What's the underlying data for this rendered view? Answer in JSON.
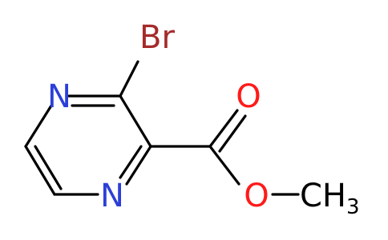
{
  "molecule": {
    "atoms": {
      "br": {
        "text": "Br",
        "color": "#a52a2a"
      },
      "n_top": {
        "text": "N",
        "color": "#2b3fd8"
      },
      "n_bottom": {
        "text": "N",
        "color": "#2b3fd8"
      },
      "o_carbonyl": {
        "text": "O",
        "color": "#ff1a1a"
      },
      "o_ester": {
        "text": "O",
        "color": "#ff1a1a"
      },
      "methyl": {
        "text": "CH",
        "subscript": "3",
        "color": "#000000"
      }
    },
    "bond_color": "#000000"
  }
}
